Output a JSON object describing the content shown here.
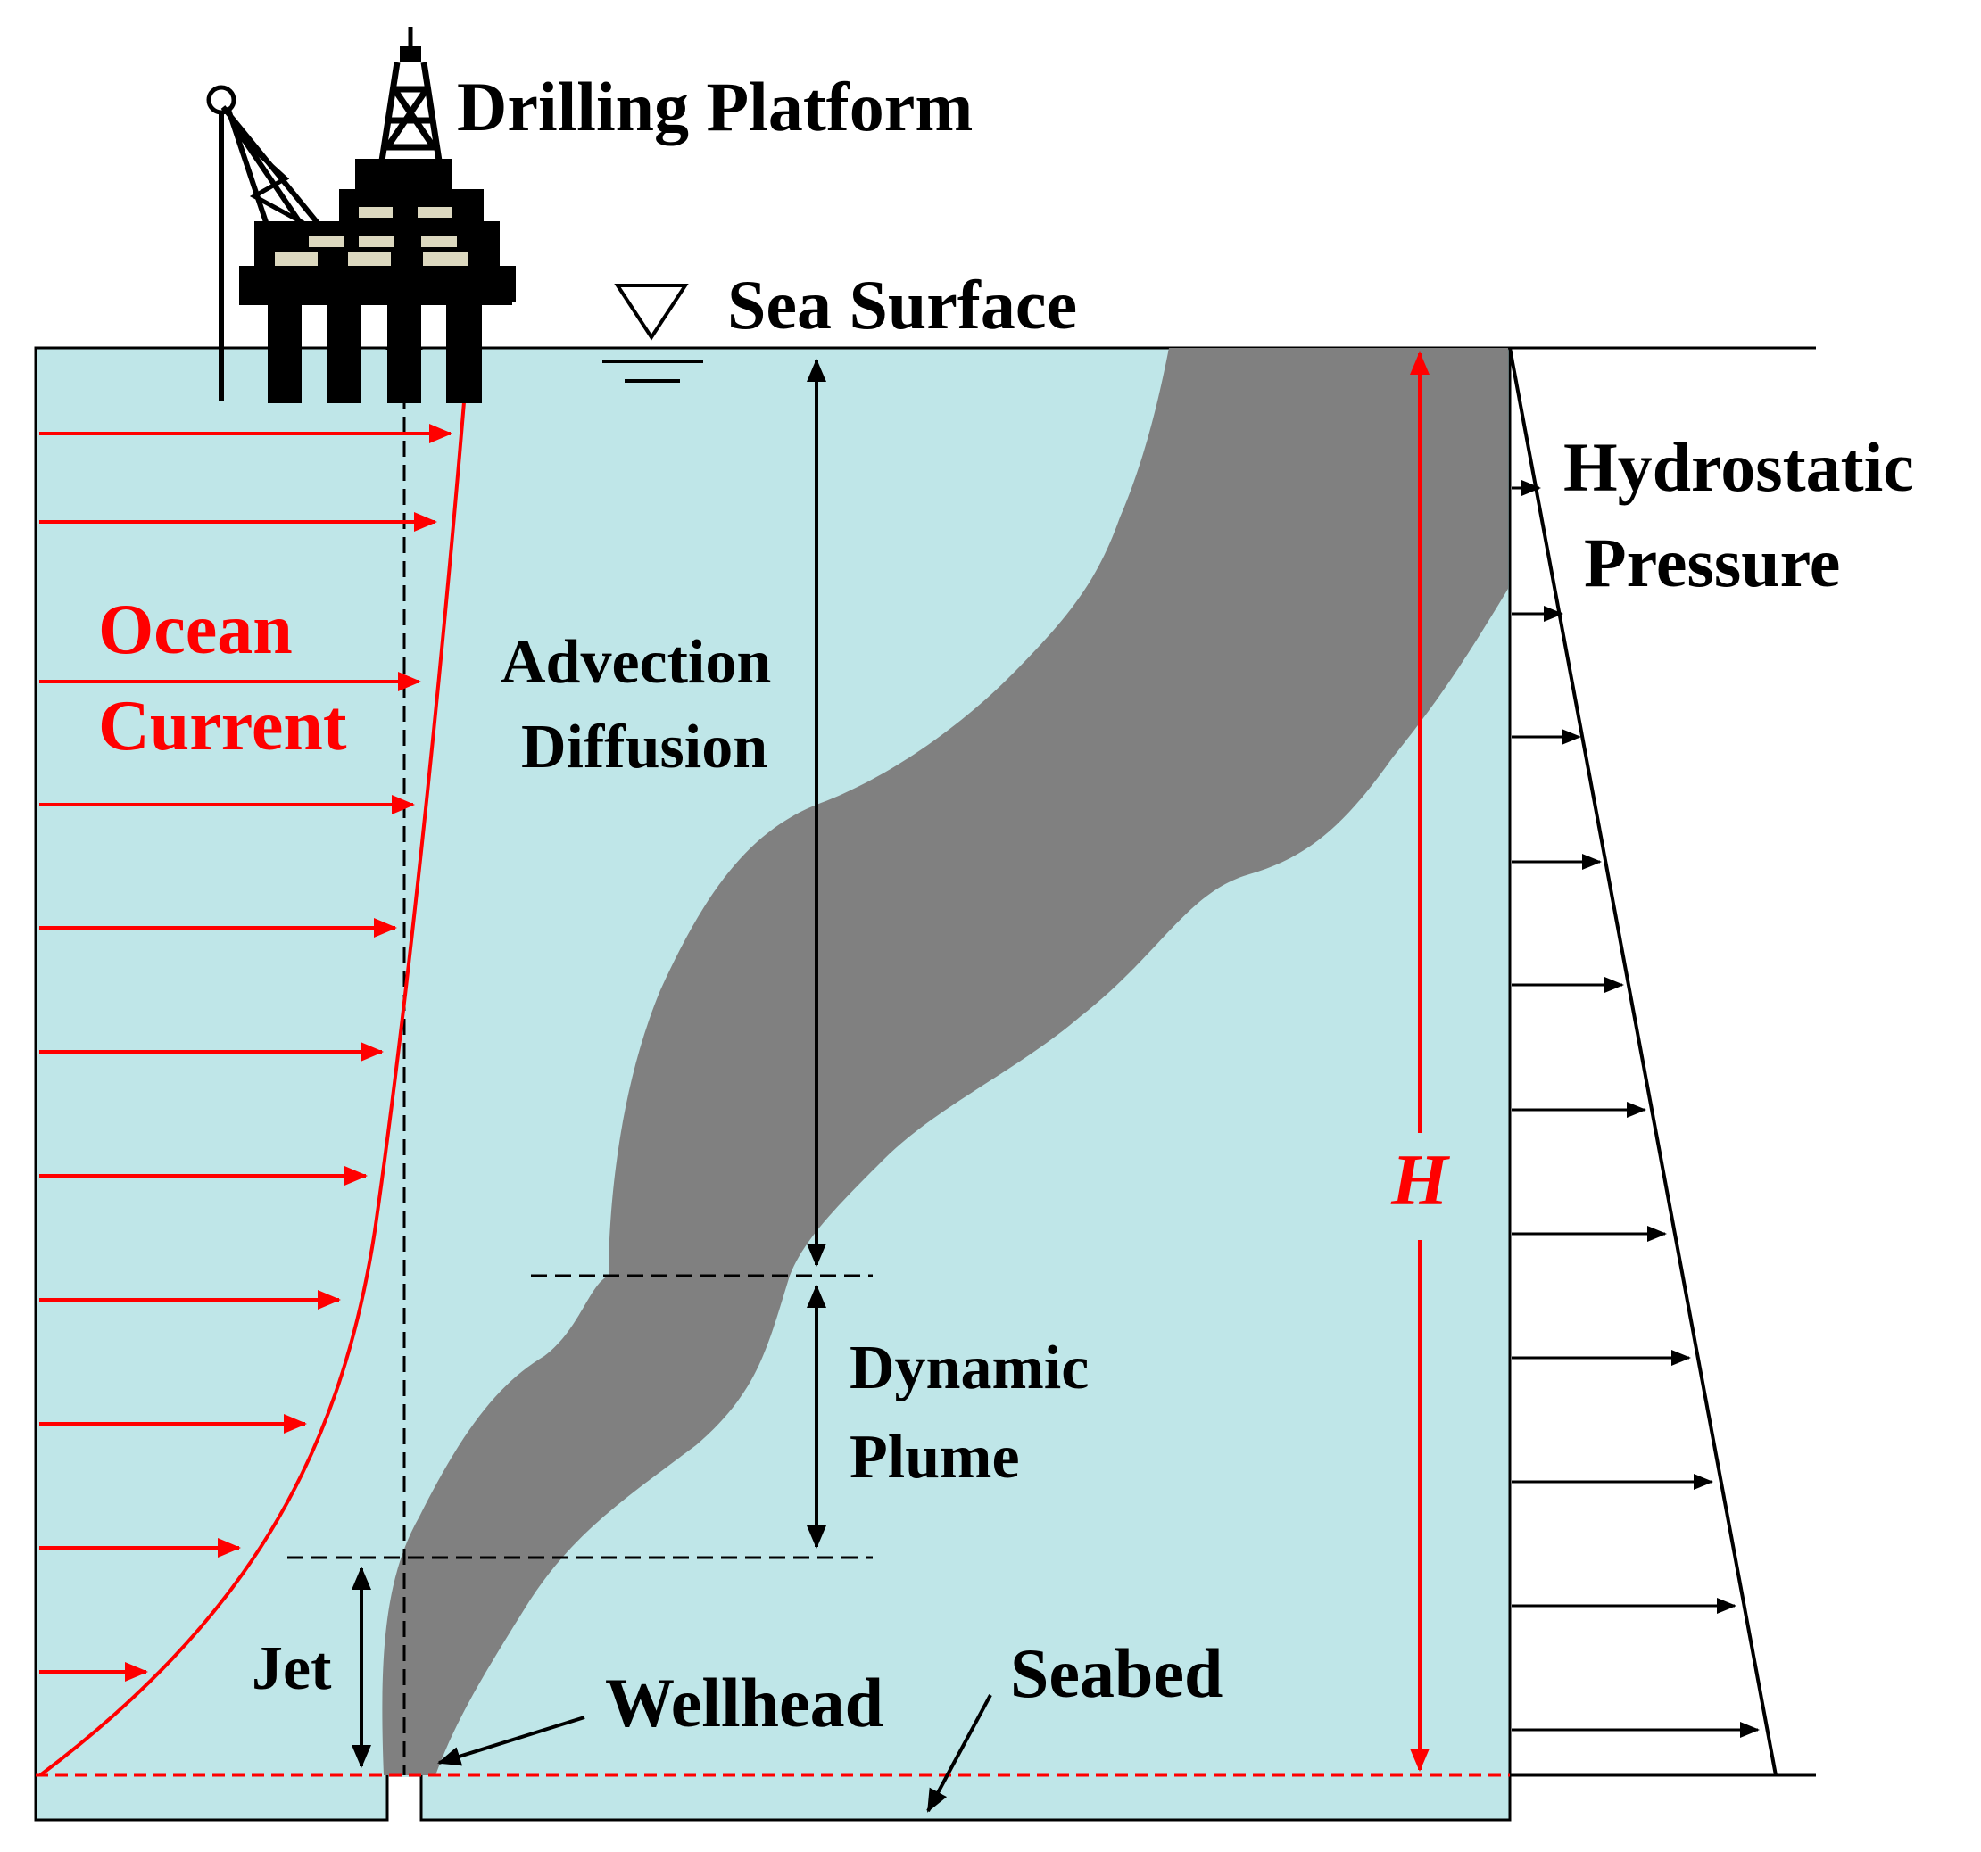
{
  "labels": {
    "platform": "Drilling Platform",
    "sea_surface": "Sea Surface",
    "hydrostatic_line1": "Hydrostatic",
    "hydrostatic_line2": "Pressure",
    "ocean_line1": "Ocean",
    "ocean_line2": "Current",
    "advection_line1": "Advection",
    "advection_line2": "Diffusion",
    "dynamic_line1": "Dynamic",
    "dynamic_line2": "Plume",
    "jet": "Jet",
    "wellhead": "Wellhead",
    "seabed": "Seabed",
    "depth_symbol": "H"
  },
  "colors": {
    "water": "#bfe6e8",
    "plume": "#808080",
    "current": "#ff0000",
    "ink": "#000000",
    "platform_window": "#dcd8bf"
  }
}
